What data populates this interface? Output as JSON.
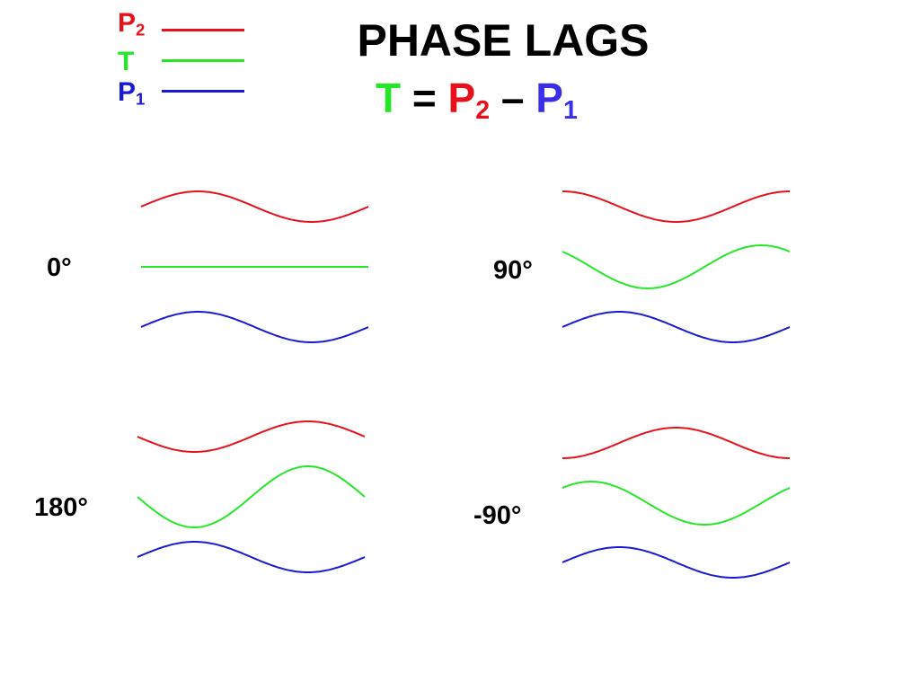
{
  "colors": {
    "p2": "#e8101a",
    "t": "#27e62a",
    "p1": "#1a1ad6",
    "text": "#000000"
  },
  "legend": {
    "p2": {
      "letter": "P",
      "sub": "2"
    },
    "t": {
      "letter": "T",
      "sub": ""
    },
    "p1": {
      "letter": "P",
      "sub": "1"
    }
  },
  "title": {
    "main": "PHASE LAGS",
    "eq_t": "T",
    "eq_equals": "=",
    "eq_p2_letter": "P",
    "eq_p2_sub": "2",
    "eq_minus": "–",
    "eq_p1_letter": "P",
    "eq_p1_sub": "1"
  },
  "panels": [
    {
      "label": "0°",
      "lag_deg": 0,
      "p2_phase_deg": 0,
      "t_amplitude": 0,
      "p1_phase_deg": 0
    },
    {
      "label": "90°",
      "lag_deg": 90,
      "p2_phase_deg": 90,
      "t_amplitude": 1.41,
      "p1_phase_deg": 0
    },
    {
      "label": "180°",
      "lag_deg": 180,
      "p2_phase_deg": 180,
      "t_amplitude": 2,
      "p1_phase_deg": 0
    },
    {
      "label": "-90°",
      "lag_deg": -90,
      "p2_phase_deg": -90,
      "t_amplitude": 1.41,
      "p1_phase_deg": 0
    }
  ]
}
